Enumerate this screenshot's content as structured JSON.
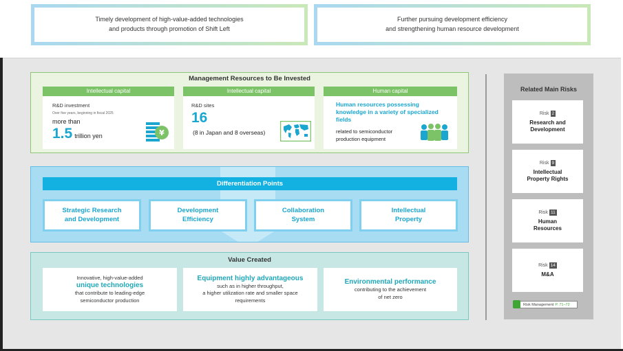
{
  "goals": {
    "left": "Timely development of high-value-added technologies\nand products through promotion of Shift Left",
    "right": "Further pursuing development efficiency\nand strengthening human resource development"
  },
  "management": {
    "title": "Management Resources to Be Invested",
    "cards": [
      {
        "head": "Intellectual capital",
        "label": "R&D investment",
        "note": "Over five years, beginning in fiscal 2025",
        "prefix": "more than",
        "value": "1.5",
        "unit": "trillion yen",
        "icon": "yen-coins-icon"
      },
      {
        "head": "Intellectual capital",
        "label": "R&D sites",
        "value": "16",
        "detail": "(8 in Japan and 8 overseas)",
        "icon": "world-map-icon"
      },
      {
        "head": "Human capital",
        "highlight": "Human resources possessing knowledge in a variety of specialized fields",
        "detail": "related to semiconductor production equipment",
        "icon": "people-group-icon"
      }
    ]
  },
  "differentiation": {
    "title": "Differentiation Points",
    "items": [
      "Strategic Research\nand Development",
      "Development\nEfficiency",
      "Collaboration\nSystem",
      "Intellectual\nProperty"
    ]
  },
  "value": {
    "title": "Value Created",
    "cards": [
      {
        "pre": "Innovative, high-value-added",
        "highlight": "unique technologies",
        "post": "that contribute to leading-edge\nsemiconductor production"
      },
      {
        "highlight": "Equipment highly advantageous",
        "post": "such as in higher throughput,\na higher utilization rate and smaller space\nrequirements"
      },
      {
        "highlight": "Environmental performance",
        "post": "contributing to the achievement\nof net zero"
      }
    ]
  },
  "risks": {
    "title": "Related Main Risks",
    "items": [
      {
        "label": "Risk",
        "num": "2",
        "name": "Research and\nDevelopment"
      },
      {
        "label": "Risk",
        "num": "9",
        "name": "Intellectual\nProperty Rights"
      },
      {
        "label": "Risk",
        "num": "11",
        "name": "Human\nResources"
      },
      {
        "label": "Risk",
        "num": "14",
        "name": "M&A"
      }
    ],
    "link_text": "Risk Management",
    "link_pages": "P. 71–72"
  },
  "colors": {
    "green_head": "#7cc267",
    "teal_text": "#1aa6cf",
    "diff_bar": "#12b1e1",
    "value_highlight": "#1fa7b7"
  }
}
